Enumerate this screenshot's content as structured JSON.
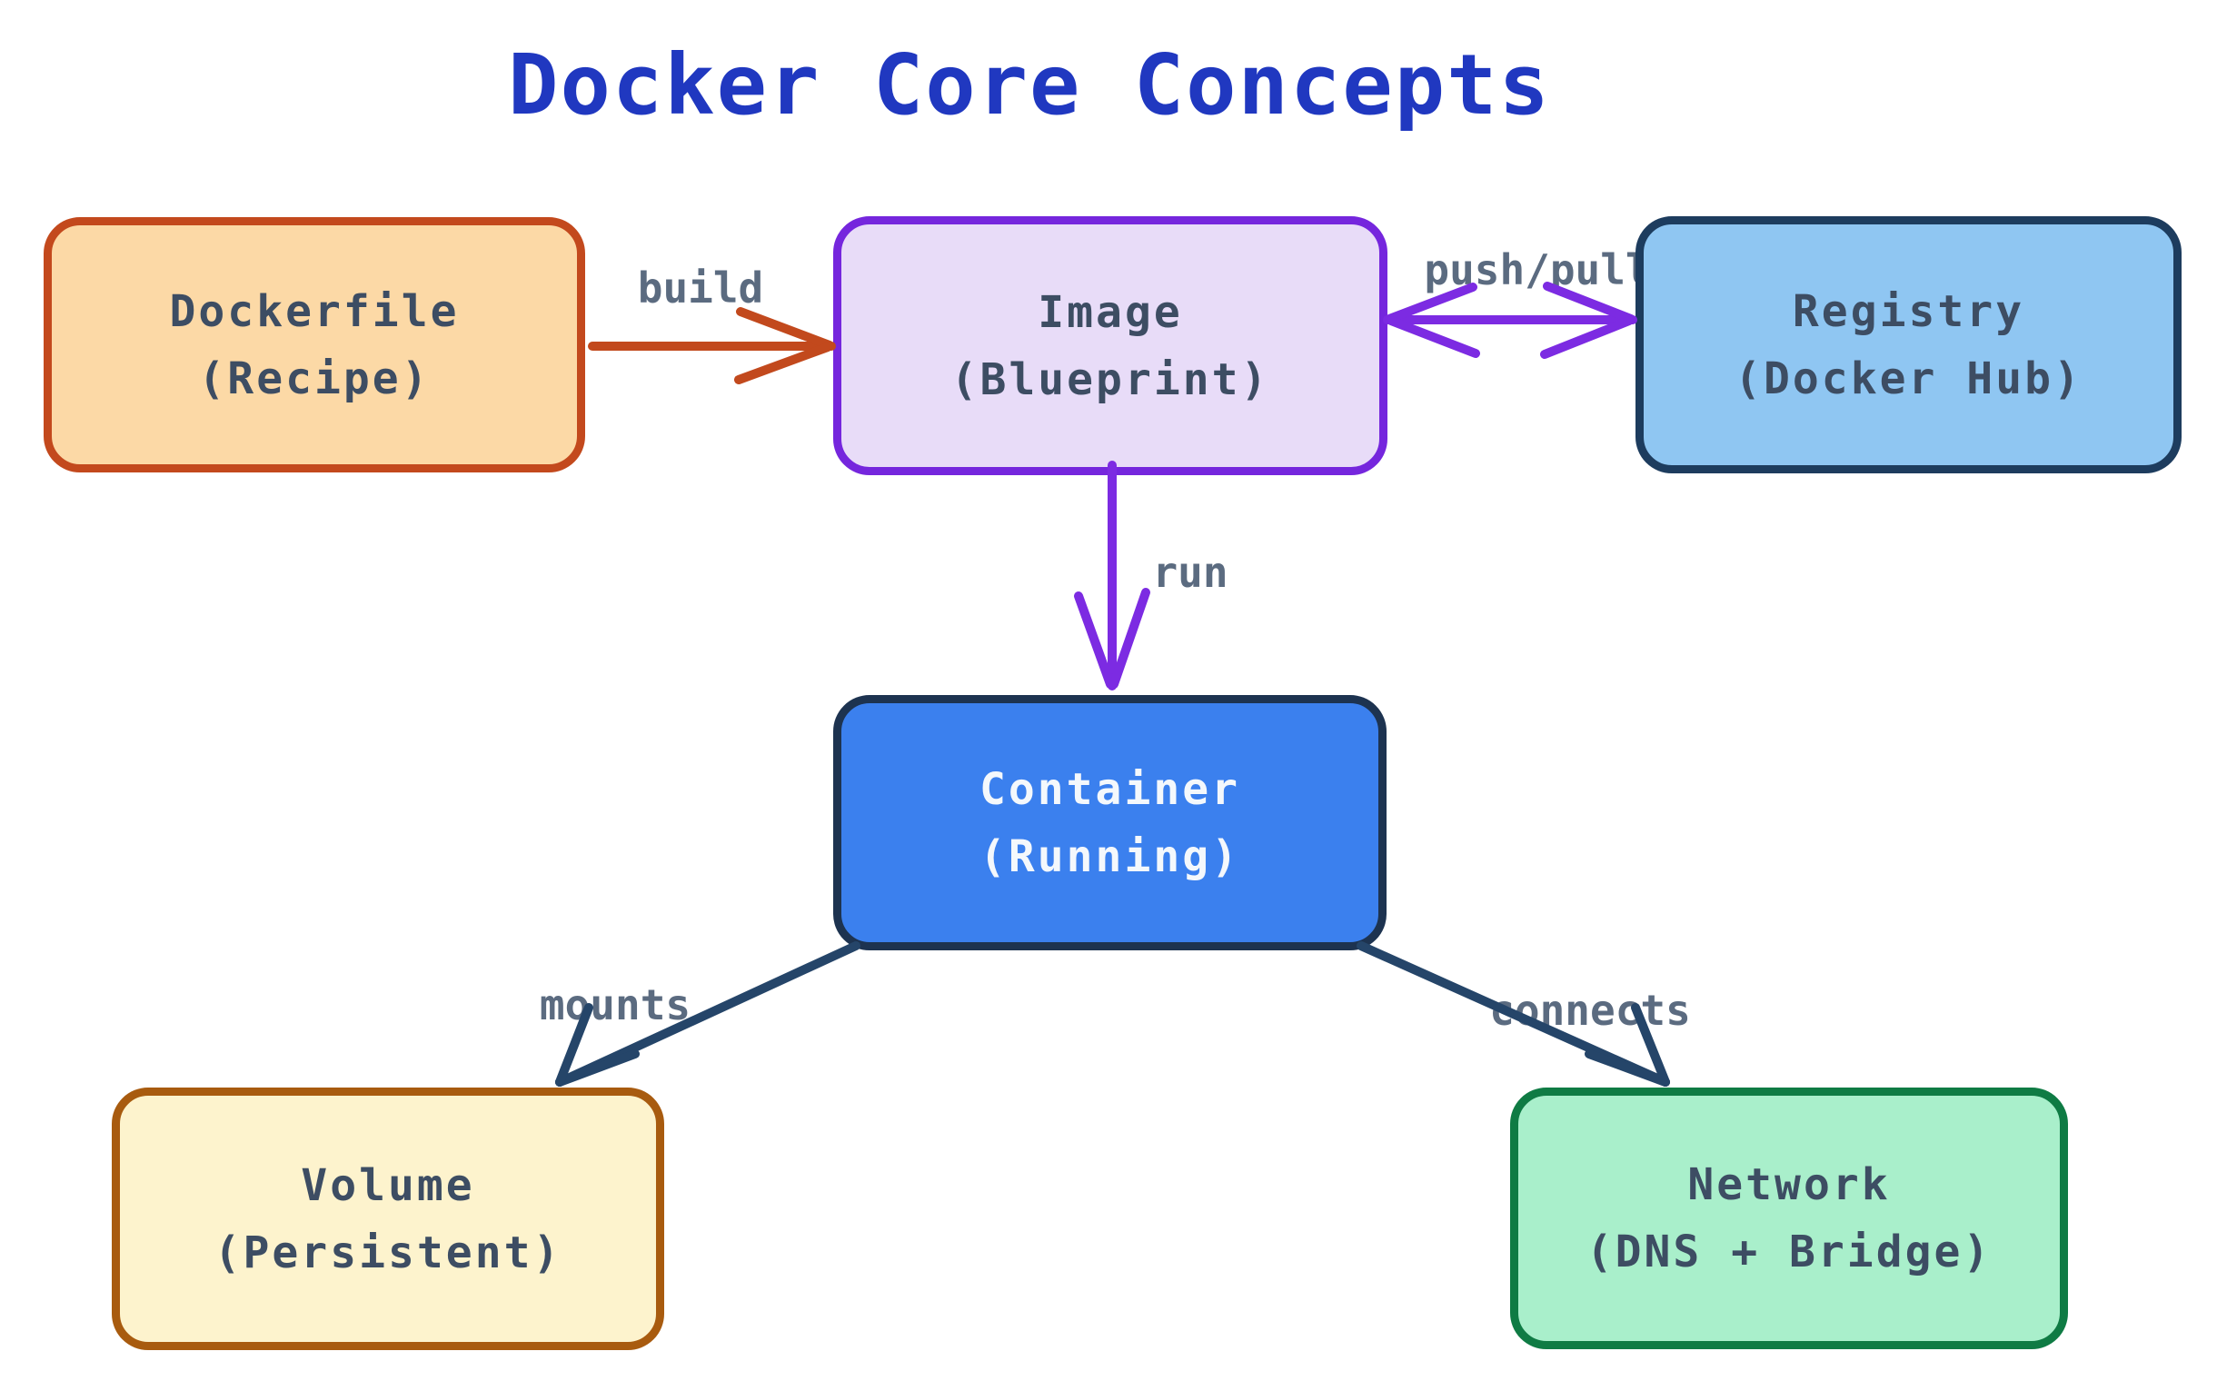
{
  "title": {
    "text": "Docker Core Concepts",
    "color": "#2038c0"
  },
  "nodes": {
    "dockerfile": {
      "line1": "Dockerfile",
      "line2": "(Recipe)",
      "fill": "#fcd9a6",
      "border": "#c3491d",
      "text_color": "#3d4d63"
    },
    "image": {
      "line1": "Image",
      "line2": "(Blueprint)",
      "fill": "#e8dcf8",
      "border": "#7526dd",
      "text_color": "#3d4d63"
    },
    "registry": {
      "line1": "Registry",
      "line2": "(Docker Hub)",
      "fill": "#8fc6f2",
      "border": "#1d3c5e",
      "text_color": "#3d4d63"
    },
    "container": {
      "line1": "Container",
      "line2": "(Running)",
      "fill": "#3b80ee",
      "border": "#1d3350",
      "text_color": "#f4f8fc"
    },
    "volume": {
      "line1": "Volume",
      "line2": "(Persistent)",
      "fill": "#fdf3cd",
      "border": "#a85b0f",
      "text_color": "#3d4d63"
    },
    "network": {
      "line1": "Network",
      "line2": "(DNS + Bridge)",
      "fill": "#a9efcb",
      "border": "#0f7b44",
      "text_color": "#3d4d63"
    }
  },
  "edges": {
    "build": {
      "label": "build",
      "color": "#c2491d"
    },
    "push_pull": {
      "label": "push/pull",
      "color": "#7c2be2"
    },
    "run": {
      "label": "run",
      "color": "#7c2be2"
    },
    "mounts": {
      "label": "mounts",
      "color": "#254569"
    },
    "connects": {
      "label": "connects",
      "color": "#254569"
    }
  },
  "label_color": "#5b6b80"
}
